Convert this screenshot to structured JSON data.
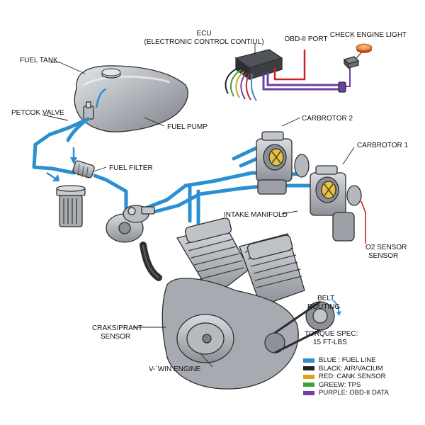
{
  "labels": {
    "ecu_line1": "ECU",
    "ecu_line2": "(ELECTRONIC CONTROL CONTIUL)",
    "obd_port": "OBD-II PORT",
    "check_engine": "CHECK ENGINE LIGHT",
    "fuel_tank": "FUEL TANK",
    "petcock": "PETCOK VALVE",
    "fuel_pump": "FUEL PUMP",
    "carb2": "CARBROTOR 2",
    "carb1": "CARBROTOR 1",
    "fuel_filter": "FUEL FILTER",
    "intake": "INTAKE MANIFOLD",
    "o2_line1": "O2 SENSOR",
    "o2_line2": "SENSOR",
    "belt_line1": "BELT",
    "belt_line2": "ROUTING",
    "crank_line1": "CRAKSIPRANT",
    "crank_line2": "SENSOR",
    "torque_line1": "TORQUE SPEC:",
    "torque_line2": "15 FT-LBS",
    "engine": "V-`WIN ENGINE"
  },
  "legend": [
    {
      "color_name": "BLUE",
      "text": "BLUE : FUEL LINE",
      "color": "#2b8fd0"
    },
    {
      "color_name": "BLACK",
      "text": "BLACK: AIR/VACIUM",
      "color": "#222222"
    },
    {
      "color_name": "RED",
      "text": "RED: CANK SENSOR",
      "color": "#e0a020"
    },
    {
      "color_name": "GREEN",
      "text": "GREEW: TPS",
      "color": "#3aa33a"
    },
    {
      "color_name": "PURPLE",
      "text": "PURPLE: OBD-II DATA",
      "color": "#7040a8"
    }
  ],
  "colors": {
    "fuel_line": "#2b8fd0",
    "sensor_wire": "#cc2222",
    "obd_wire": "#6a3fa0",
    "tps_wire": "#3aa33a",
    "check_light": "#f08a2c",
    "metal": "#a9adb3"
  }
}
